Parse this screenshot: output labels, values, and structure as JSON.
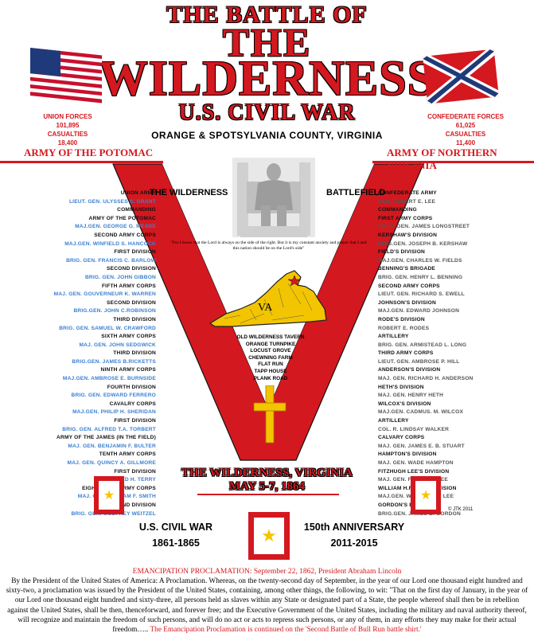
{
  "title": {
    "line1": "THE BATTLE OF",
    "line2": "THE",
    "line3": "WILDERNESS",
    "line4": "U.S. CIVIL WAR"
  },
  "union_stats": {
    "label": "UNION FORCES",
    "forces": "101,895",
    "casualties_label": "CASUALTIES",
    "casualties": "18,400"
  },
  "confederate_stats": {
    "label": "CONFEDERATE FORCES",
    "forces": "61,025",
    "casualties_label": "CASUALTIES",
    "casualties": "11,400"
  },
  "location": "ORANGE & SPOTSYLVANIA COUNTY, VIRGINIA",
  "army_left": "ARMY OF THE POTOMAC",
  "army_right": "ARMY OF NORTHERN VIRGINIA",
  "union_roster": [
    {
      "t": "UNION ARMY",
      "c": "u"
    },
    {
      "t": "LIEUT. GEN. ULYSSES S. GRANT",
      "c": "r"
    },
    {
      "t": "COMMANDING",
      "c": "u"
    },
    {
      "t": "ARMY OF THE POTOMAC",
      "c": "u"
    },
    {
      "t": "MAJ.GEN. GEORGE G. MEADE",
      "c": "r"
    },
    {
      "t": "SECOND ARMY CORPS",
      "c": "u"
    },
    {
      "t": "MAJ.GEN. WINFIELD S. HANCOCK",
      "c": "r"
    },
    {
      "t": "FIRST DIVISION",
      "c": "u"
    },
    {
      "t": "BRIG. GEN. FRANCIS C. BARLOW",
      "c": "r"
    },
    {
      "t": "SECOND DIVISION",
      "c": "u"
    },
    {
      "t": "BRIG. GEN. JOHN GIBBON",
      "c": "r"
    },
    {
      "t": "FIFTH ARMY CORPS",
      "c": "u"
    },
    {
      "t": "MAJ. GEN. GOUVERNEUR K. WARREN",
      "c": "r"
    },
    {
      "t": "SECOND DIVISION",
      "c": "u"
    },
    {
      "t": "BRIG.GEN. JOHN C.ROBINSON",
      "c": "r"
    },
    {
      "t": "THIRD DIVISION",
      "c": "u"
    },
    {
      "t": "BRIG. GEN. SAMUEL W. CRAWFORD",
      "c": "r"
    },
    {
      "t": "SIXTH ARMY CORPS",
      "c": "u"
    },
    {
      "t": "MAJ. GEN. JOHN SEDGWICK",
      "c": "r"
    },
    {
      "t": "THIRD DIVISION",
      "c": "u"
    },
    {
      "t": "BRIG.GEN. JAMES B.RICKETTS",
      "c": "r"
    },
    {
      "t": "NINTH ARMY CORPS",
      "c": "u"
    },
    {
      "t": "MAJ.GEN. AMBROSE E. BURNSIDE",
      "c": "r"
    },
    {
      "t": "FOURTH DIVISION",
      "c": "u"
    },
    {
      "t": "BRIG. GEN. EDWARD FERRERO",
      "c": "r"
    },
    {
      "t": "CAVALRY CORPS",
      "c": "u"
    },
    {
      "t": "MAJ.GEN. PHILIP H. SHERIDAN",
      "c": "r"
    },
    {
      "t": "FIRST DIVISION",
      "c": "u"
    },
    {
      "t": "BRIG. GEN. ALFRED T.A. TORBERT",
      "c": "r"
    },
    {
      "t": "ARMY OF THE JAMES (IN THE FIELD)",
      "c": "u"
    },
    {
      "t": "MAJ. GEN. BENJAMIN F. BULTER",
      "c": "r"
    },
    {
      "t": "TENTH ARMY CORPS",
      "c": "u"
    },
    {
      "t": "MAJ. GEN. QUINCY A. GILLMORE",
      "c": "r"
    },
    {
      "t": "FIRST DIVISION",
      "c": "u"
    },
    {
      "t": "ALFRED H. TERRY",
      "c": "r"
    },
    {
      "t": "EIGHTEENTH ARMY CORPS",
      "c": "u"
    },
    {
      "t": "MAJ. GEN. WILLIAM F. SMITH",
      "c": "r"
    },
    {
      "t": "SECOND DIVISION",
      "c": "u"
    },
    {
      "t": "BRIG. GEN. GODFREY WEITZEL",
      "c": "r"
    }
  ],
  "confederate_roster": [
    {
      "t": "CONFEDERATE ARMY",
      "c": "u"
    },
    {
      "t": "GEN. ROBERT E. LEE",
      "c": "g"
    },
    {
      "t": "COMMANDING",
      "c": "u"
    },
    {
      "t": "FIRST ARMY CORPS",
      "c": "u"
    },
    {
      "t": "LIEUT. GEN. JAMES LONGSTREET",
      "c": "g"
    },
    {
      "t": "KERSHAW'S DIVISION",
      "c": "u"
    },
    {
      "t": "BRIG.GEN. JOSEPH B. KERSHAW",
      "c": "g"
    },
    {
      "t": "FIELD'S DIVISION",
      "c": "u"
    },
    {
      "t": "MAJ.GEN. CHARLES W. FIELDS",
      "c": "g"
    },
    {
      "t": "BENNING'S BRIGADE",
      "c": "u"
    },
    {
      "t": "BRIG. GEN. HENRY L. BENNING",
      "c": "g"
    },
    {
      "t": "SECOND ARMY CORPS",
      "c": "u"
    },
    {
      "t": "LIEUT. GEN. RICHARD S. EWELL",
      "c": "g"
    },
    {
      "t": "JOHNSON'S DIVISION",
      "c": "u"
    },
    {
      "t": "MAJ.GEN. EDWARD JOHNSON",
      "c": "g"
    },
    {
      "t": "RODE'S DIVISION",
      "c": "u"
    },
    {
      "t": "ROBERT E. RODES",
      "c": "g"
    },
    {
      "t": "ARTILLERY",
      "c": "u"
    },
    {
      "t": "BRIG. GEN. ARMISTEAD L. LONG",
      "c": "g"
    },
    {
      "t": "THIRD ARMY CORPS",
      "c": "u"
    },
    {
      "t": "LIEUT. GEN. AMBROSE P. HILL",
      "c": "g"
    },
    {
      "t": "ANDERSON'S DIVISION",
      "c": "u"
    },
    {
      "t": "MAJ. GEN. RICHARD H. ANDERSON",
      "c": "g"
    },
    {
      "t": "HETH'S DIVISION",
      "c": "u"
    },
    {
      "t": "MAJ. GEN. HENRY HETH",
      "c": "g"
    },
    {
      "t": "WILCOX'S DIVISION",
      "c": "u"
    },
    {
      "t": "MAJ.GEN. CADMUS. M. WILCOX",
      "c": "g"
    },
    {
      "t": "ARTILLERY",
      "c": "u"
    },
    {
      "t": "COL. R. LINDSAY WALKER",
      "c": "g"
    },
    {
      "t": "CALVARY CORPS",
      "c": "u"
    },
    {
      "t": "MAJ. GEN. JAMES E. B. STUART",
      "c": "g"
    },
    {
      "t": "HAMPTON'S DIVISION",
      "c": "u"
    },
    {
      "t": "MAJ. GEN. WADE HAMPTON",
      "c": "g"
    },
    {
      "t": "FITZHUGH LEE'S DIVISION",
      "c": "u"
    },
    {
      "t": "MAJ. GEN. FITZHUGH LEE",
      "c": "g"
    },
    {
      "t": "WILLIAM H.F. LEE'S DIVISION",
      "c": "u"
    },
    {
      "t": "MAJ.GEN. WILLIAM H.F. LEE",
      "c": "g"
    },
    {
      "t": "GORDON'S BRIGADE",
      "c": "u"
    },
    {
      "t": "BRIG.GEN. JAMES B. GORDON",
      "c": "g"
    }
  ],
  "mid_left": "THE WILDERNESS",
  "mid_right": "BATTLEFIELD",
  "quote": "\"For I know that the Lord is always on the side of the right.  But it is my constant anxiety and prayer that I and this nation should be on the Lord's side\"",
  "map_label": "VA",
  "places": [
    "OLD WILDERNESS TAVERN",
    "ORANGE TURNPIKE",
    "LOCUST GROVE",
    "CHEWNING FARM",
    "FLAT RUN",
    "TAPP HOUSE",
    "PLANK ROAD"
  ],
  "battle_place": "THE WILDERNESS, VIRGINIA",
  "battle_date": "MAY 5-7, 1864",
  "copyright": "© JTK 2011",
  "war_label": "U.S. CIVIL WAR",
  "war_years": "1861-1865",
  "anniv_label": "150th ANNIVERSARY",
  "anniv_years": "2011-2015",
  "proclamation_title": "EMANCIPATION PROCLAMATION: September 22, 1862, President Abraham Lincoln",
  "proclamation_text": "By the President of the United States of America: A Proclamation. Whereas, on the twenty-second day of September, in the year of our Lord one thousand eight hundred and sixty-two, a proclamation was issued by the President of the United States, containing, among other things, the following, to wit: \"That on the first day of January, in the year of our Lord one thousand eight hundred and sixty-three, all persons held as slaves within any State or designated part of a State, the people whereof shall then be in rebellion against the United States, shall be then, thenceforward, and forever free; and the Executive Government of the United States, including the military and naval authority thereof, will recognize and maintain the freedom of such persons, and will do no act or acts to repress such persons, or any of them, in any efforts they may make for their actual freedom…..",
  "proclamation_continued": "The Emancipation Proclamation is continued on the 'Second Battle of Bull Run battle shirt.'",
  "colors": {
    "red": "#d4181f",
    "blue": "#3a7fd0",
    "gold": "#f5c400",
    "va_yellow": "#f2c500"
  }
}
